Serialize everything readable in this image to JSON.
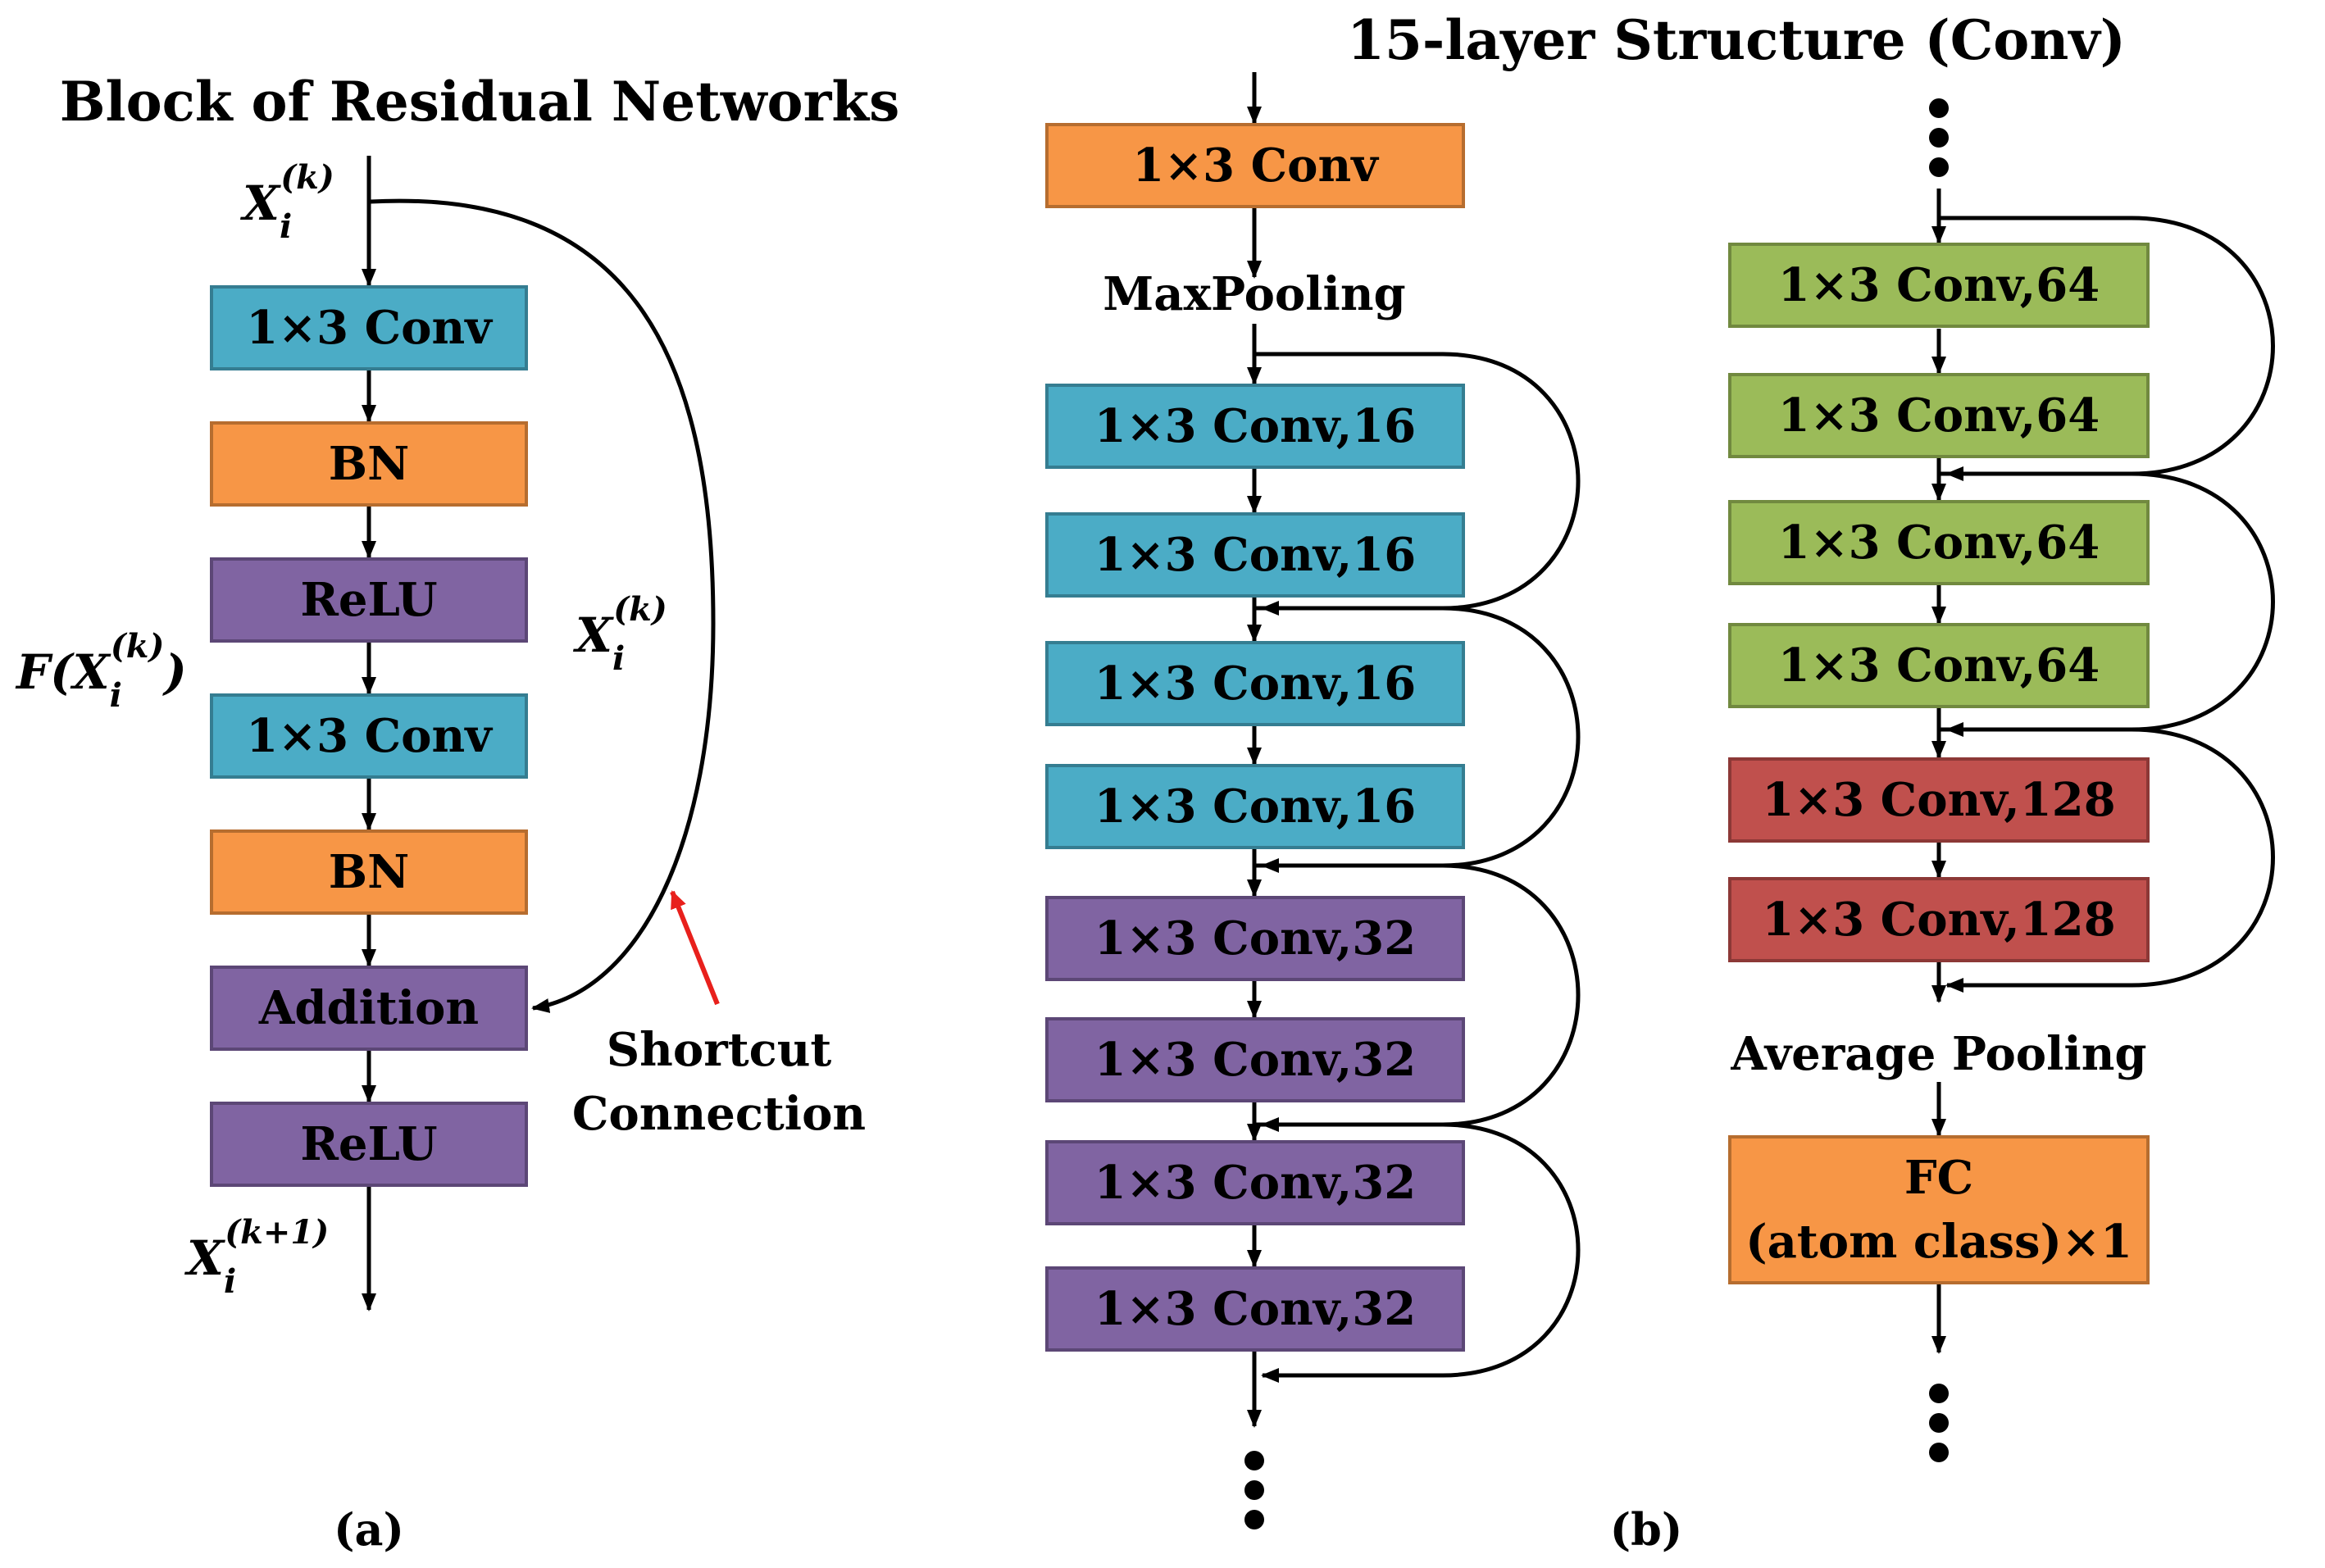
{
  "panel_a": {
    "title": "Block of Residual Networks",
    "caption": "(a)",
    "input_label": {
      "base": "X",
      "sub": "i",
      "sup": "(k)"
    },
    "residual_label": {
      "prefix": "F(",
      "base": "X",
      "sub": "i",
      "sup": "(k)",
      "suffix": ")"
    },
    "shortcut_var_label": {
      "base": "X",
      "sub": "i",
      "sup": "(k)"
    },
    "output_label": {
      "base": "X",
      "sub": "i",
      "sup": "(k+1)"
    },
    "shortcut_label_line1": "Shortcut",
    "shortcut_label_line2": "Connection",
    "blocks": [
      {
        "label": "1×3 Conv",
        "color": "blue"
      },
      {
        "label": "BN",
        "color": "orange"
      },
      {
        "label": "ReLU",
        "color": "purple"
      },
      {
        "label": "1×3 Conv",
        "color": "blue"
      },
      {
        "label": "BN",
        "color": "orange"
      },
      {
        "label": "Addition",
        "color": "purple"
      },
      {
        "label": "ReLU",
        "color": "purple"
      }
    ]
  },
  "panel_b": {
    "title": "15-layer Structure (Conv)",
    "caption": "(b)",
    "top_block": "1×3 Conv",
    "maxpool_label": "MaxPooling",
    "left_column": [
      {
        "label": "1×3 Conv,16",
        "color": "blue"
      },
      {
        "label": "1×3 Conv,16",
        "color": "blue"
      },
      {
        "label": "1×3 Conv,16",
        "color": "blue"
      },
      {
        "label": "1×3 Conv,16",
        "color": "blue"
      },
      {
        "label": "1×3 Conv,32",
        "color": "purple"
      },
      {
        "label": "1×3 Conv,32",
        "color": "purple"
      },
      {
        "label": "1×3 Conv,32",
        "color": "purple"
      },
      {
        "label": "1×3 Conv,32",
        "color": "purple"
      }
    ],
    "right_column": [
      {
        "label": "1×3 Conv,64",
        "color": "green"
      },
      {
        "label": "1×3 Conv,64",
        "color": "green"
      },
      {
        "label": "1×3 Conv,64",
        "color": "green"
      },
      {
        "label": "1×3 Conv,64",
        "color": "green"
      },
      {
        "label": "1×3 Conv,128",
        "color": "red"
      },
      {
        "label": "1×3 Conv,128",
        "color": "red"
      }
    ],
    "avgpool_label": "Average Pooling",
    "fc_line1": "FC",
    "fc_line2": "(atom class)×1"
  },
  "colors": {
    "blue": {
      "fill": "#4bacc6",
      "stroke": "#357d91"
    },
    "orange": {
      "fill": "#f79646",
      "stroke": "#b66d2f"
    },
    "purple": {
      "fill": "#8064a2",
      "stroke": "#5c4776"
    },
    "green": {
      "fill": "#9bbb59",
      "stroke": "#71893f"
    },
    "red": {
      "fill": "#c0504d",
      "stroke": "#8c3836"
    },
    "line": "#000000",
    "shortcut_pointer": "#e8201c"
  }
}
